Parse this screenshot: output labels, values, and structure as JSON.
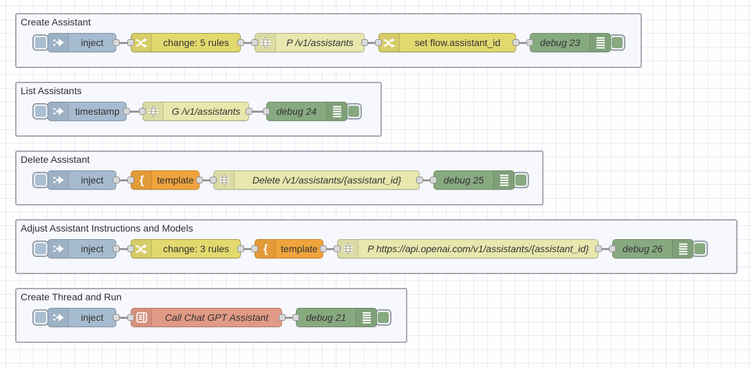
{
  "app": {
    "name": "Node-RED flow workspace"
  },
  "colors": {
    "inject": "#a6bbcf",
    "inject_border": "#7d93a5",
    "inject_button_fill": "#aabfd2",
    "change": "#e2d96e",
    "change_border": "#a99e45",
    "http": "#e7e7ae",
    "http_border": "#b2b286",
    "template": "#f0a43e",
    "template_border": "#c5821f",
    "debug": "#87a980",
    "debug_border": "#6d8a65",
    "debug_toggle_fill": "#87a980",
    "subflow": "#e09a85",
    "subflow_border": "#b97b66",
    "port": "#d9d9d9",
    "port_border": "#909090",
    "wire": "#979797",
    "group_bg": "#f7f8fd",
    "group_border": "#a9a9b4",
    "grid": "#e9eaf4",
    "label": "#333333"
  },
  "groups": [
    {
      "label": "Create Assistant",
      "nodes": [
        {
          "type": "inject",
          "label": "inject",
          "icon": "inject-arrow-icon",
          "button": true,
          "ports": "out",
          "italic": false
        },
        {
          "type": "change",
          "label": "change: 5 rules",
          "icon": "shuffle-icon",
          "button": false,
          "ports": "both",
          "italic": false
        },
        {
          "type": "http",
          "label": "P /v1/assistants",
          "icon": "globe-icon",
          "button": false,
          "ports": "both",
          "italic": true
        },
        {
          "type": "change",
          "label": "set flow.assistant_id",
          "icon": "shuffle-icon",
          "button": false,
          "ports": "both",
          "italic": false
        },
        {
          "type": "debug",
          "label": "debug 23",
          "icon": "debug-list-icon",
          "toggle": true,
          "ports": "in",
          "italic": true
        }
      ]
    },
    {
      "label": "List Assistants",
      "nodes": [
        {
          "type": "inject",
          "label": "timestamp",
          "icon": "inject-arrow-icon",
          "button": true,
          "ports": "out",
          "italic": false
        },
        {
          "type": "http",
          "label": "G /v1/assistants",
          "icon": "globe-icon",
          "button": false,
          "ports": "both",
          "italic": true
        },
        {
          "type": "debug",
          "label": "debug 24",
          "icon": "debug-list-icon",
          "toggle": true,
          "ports": "in",
          "italic": true
        }
      ]
    },
    {
      "label": "Delete Assistant",
      "nodes": [
        {
          "type": "inject",
          "label": "inject",
          "icon": "inject-arrow-icon",
          "button": true,
          "ports": "out",
          "italic": false
        },
        {
          "type": "template",
          "label": "template",
          "icon": "curly-brace-icon",
          "button": false,
          "ports": "both",
          "italic": false
        },
        {
          "type": "http",
          "label": "Delete /v1/assistants/{assistant_id}",
          "icon": "globe-icon",
          "button": false,
          "ports": "both",
          "italic": true
        },
        {
          "type": "debug",
          "label": "debug 25",
          "icon": "debug-list-icon",
          "toggle": true,
          "ports": "in",
          "italic": true
        }
      ]
    },
    {
      "label": "Adjust Assistant Instructions and Models",
      "nodes": [
        {
          "type": "inject",
          "label": "inject",
          "icon": "inject-arrow-icon",
          "button": true,
          "ports": "out",
          "italic": false
        },
        {
          "type": "change",
          "label": "change: 3 rules",
          "icon": "shuffle-icon",
          "button": false,
          "ports": "both",
          "italic": false
        },
        {
          "type": "template",
          "label": "template",
          "icon": "curly-brace-icon",
          "button": false,
          "ports": "both",
          "italic": false
        },
        {
          "type": "http",
          "label": "P https://api.openai.com/v1/assistants/{assistant_id}",
          "icon": "globe-icon",
          "button": false,
          "ports": "both",
          "italic": true
        },
        {
          "type": "debug",
          "label": "debug 26",
          "icon": "debug-list-icon",
          "toggle": true,
          "ports": "in",
          "italic": true
        }
      ]
    },
    {
      "label": "Create Thread and Run",
      "nodes": [
        {
          "type": "inject",
          "label": "inject",
          "icon": "inject-arrow-icon",
          "button": true,
          "ports": "out",
          "italic": false
        },
        {
          "type": "subflow",
          "label": "Call Chat GPT Assistant",
          "icon": "subflow-icon",
          "button": false,
          "ports": "both",
          "italic": true
        },
        {
          "type": "debug",
          "label": "debug 21",
          "icon": "debug-list-icon",
          "toggle": true,
          "ports": "in",
          "italic": true
        }
      ]
    }
  ]
}
